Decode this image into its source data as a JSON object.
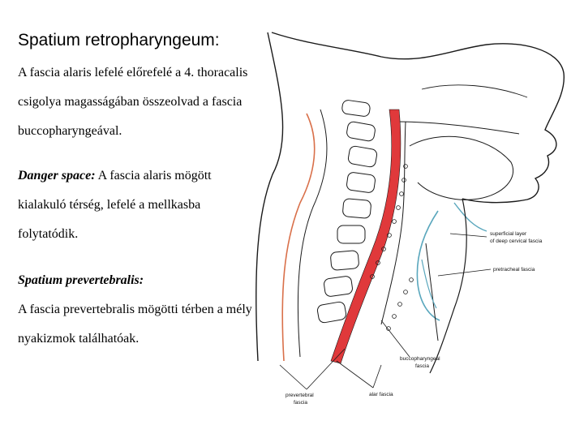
{
  "heading": "Spatium retropharyngeum:",
  "para1": "A fascia alaris lefelé előrefelé a 4. thoracalis csigolya magasságában összeolvad a fascia buccopharyngeával.",
  "para2": {
    "term": "Danger space:",
    "text": " A fascia alaris mögött kialakuló térség, lefelé a mellkasba folytatódik."
  },
  "para3": {
    "term": "Spatium prevertebralis:",
    "text": "A fascia prevertebralis mögötti térben a mély nyakizmok találhatóak."
  },
  "figure_labels": {
    "superficial": [
      "superficial layer",
      "of deep cervical fascia"
    ],
    "pretracheal": "pretracheal fascia",
    "buccopharyngeal": [
      "buccopharyngeal",
      "fascia"
    ],
    "prevertebral": [
      "prevertebral",
      "fascia"
    ],
    "alar": "alar fascia"
  },
  "colors": {
    "danger_space": "#e0393b",
    "prevertebral_line": "#d9704a",
    "visceral_fascia": "#5aa7bd",
    "outline": "#1a1a1a"
  }
}
